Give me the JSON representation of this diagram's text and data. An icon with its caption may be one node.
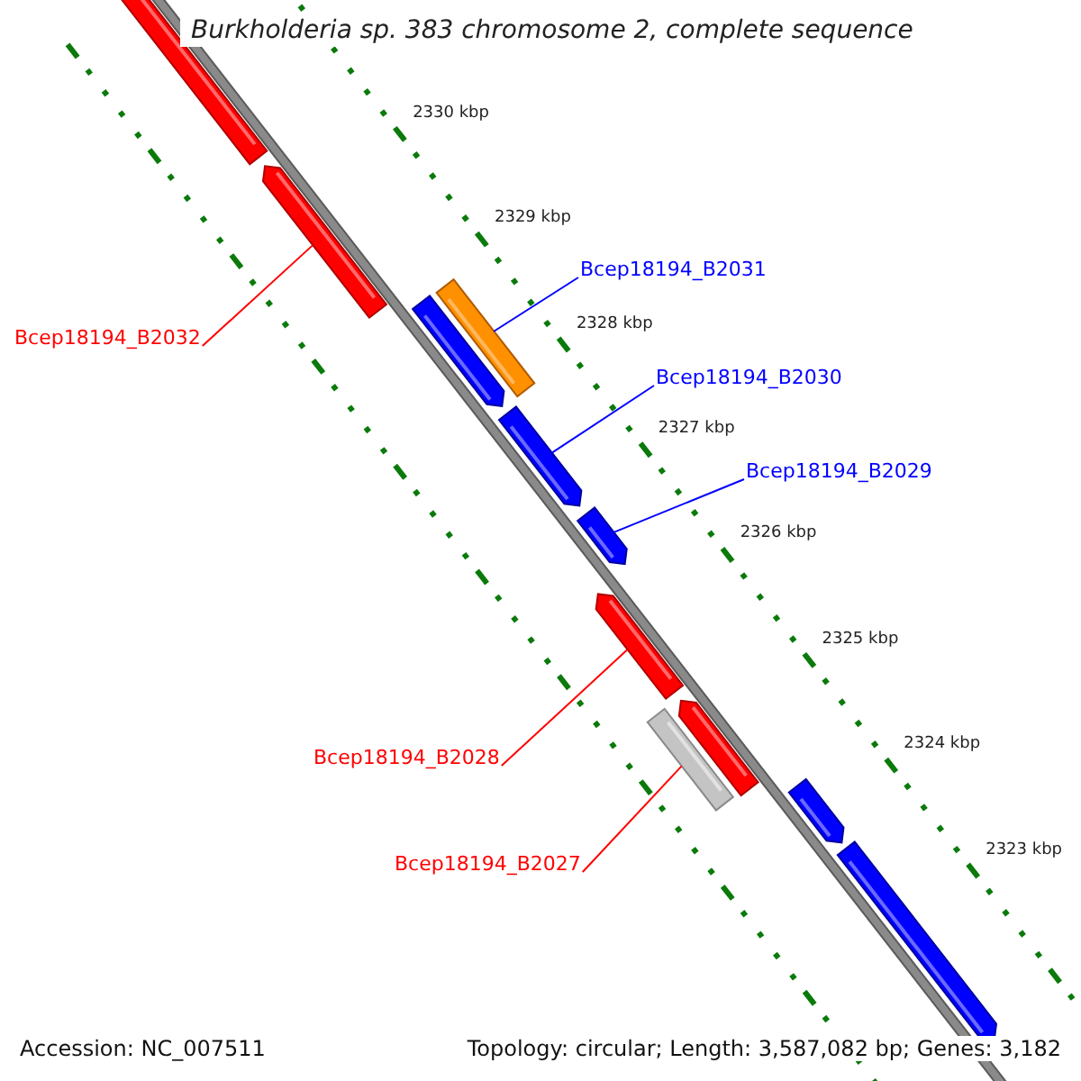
{
  "diagram": {
    "title": "Burkholderia sp. 383 chromosome 2, complete sequence",
    "nodes": [
      {
        "text": [
          "Bcep18194_B2031"
        ]
      },
      {
        "text": [
          "Bcep18194_B2032"
        ]
      },
      {
        "text": [
          "Bcep18194_B2030"
        ]
      },
      {
        "text": [
          "Bcep18194_B2029"
        ]
      },
      {
        "text": [
          "Bcep18194_B2028"
        ]
      },
      {
        "text": [
          "Bcep18194_B2027"
        ]
      },
      {
        "text": [],
        "shape": "bar"
      },
      {
        "text": [],
        "shape": "bar"
      },
      {
        "text": [],
        "shape": "bar"
      },
      {
        "text": [],
        "shape": "bar"
      },
      {
        "text": [],
        "shape": "bar"
      },
      {
        "text": [],
        "shape": "bar"
      },
      {
        "text": [],
        "shape": "bar"
      },
      {
        "text": [],
        "shape": "bar"
      },
      {
        "text": [],
        "shape": "bar"
      },
      {
        "text": [],
        "shape": "bar"
      },
      {
        "text": [],
        "shape": "bar"
      }
    ],
    "edges": [
      {
        "from": 0,
        "to": 9,
        "arrow": "none",
        "color": "#0000ff"
      },
      {
        "from": 1,
        "to": 7,
        "arrow": "none",
        "color": "#ff0000"
      },
      {
        "from": 2,
        "to": 10,
        "arrow": "none",
        "color": "#0000ff"
      },
      {
        "from": 3,
        "to": 11,
        "arrow": "none",
        "color": "#0000ff"
      },
      {
        "from": 4,
        "to": 12,
        "arrow": "none",
        "color": "#ff0000"
      },
      {
        "from": 5,
        "to": 13,
        "arrow": "none",
        "color": "#ff0000"
      }
    ],
    "labels": [
      "2330 kbp",
      "2329 kbp",
      "2328 kbp",
      "2327 kbp",
      "2326 kbp",
      "2325 kbp",
      "2324 kbp",
      "2323 kbp",
      "Accession: NC_007511",
      "Topology: circular; Length: 3,587,082 bp; Genes: 3,182"
    ]
  }
}
